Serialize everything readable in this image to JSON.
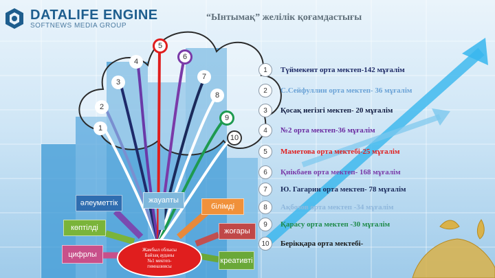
{
  "logo": {
    "name": "DATALIFE ENGINE",
    "tagline": "SOFTNEWS MEDIA GROUP"
  },
  "title": "“Ынтымақ” желілік қоғамдастығы",
  "items": [
    {
      "num": "1",
      "text": "Түймекент  орта мектеп-142 мұғалім",
      "color": "#1f2a66"
    },
    {
      "num": "2",
      "text": "С.Сейфуллин  орта мектеп- 36 мұғалім",
      "color": "#6aa2d6"
    },
    {
      "num": "3",
      "text": "Қосақ негізгі мектеп-  20 мұғалім",
      "color": "#0e1a40"
    },
    {
      "num": "4",
      "text": "№2 орта мектеп-36 мұғалім",
      "color": "#6a2aa0"
    },
    {
      "num": "5",
      "text": " Маметова орта мектебі-25  мұғалім",
      "color": "#e01e1e"
    },
    {
      "num": "6",
      "text": "Қиікбаев орта мектеп- 168 мұғалім",
      "color": "#7a3aa8"
    },
    {
      "num": "7",
      "text": "Ю. Гагарин орта мектеп-  78 мұғалім",
      "color": "#1a2a5a"
    },
    {
      "num": "8",
      "text": "Ақбозов орта мектеп -34 мұғалім",
      "color": "#8fb7dc"
    },
    {
      "num": "9",
      "text": "Қарасу орта мектеп -30 мұғалім",
      "color": "#1e8a4a"
    },
    {
      "num": "10",
      "text": " Берікқара орта мектебі-",
      "color": "#1a1a1a"
    }
  ],
  "fan_numbers": [
    "1",
    "2",
    "3",
    "4",
    "5",
    "6",
    "7",
    "8",
    "9",
    "10"
  ],
  "boxes": {
    "social": "әлеуметтік",
    "responsible": "жауапты",
    "educated": "білімді",
    "multilingual": "көптілді",
    "high": "жоғары",
    "digital": "цифрлы",
    "creative": "креативті"
  },
  "center": {
    "line1": "Жамбыл облысы",
    "line2": "Байзақ ауданы",
    "line3": "№1 мектеп-",
    "line4": "гимназиясы"
  }
}
